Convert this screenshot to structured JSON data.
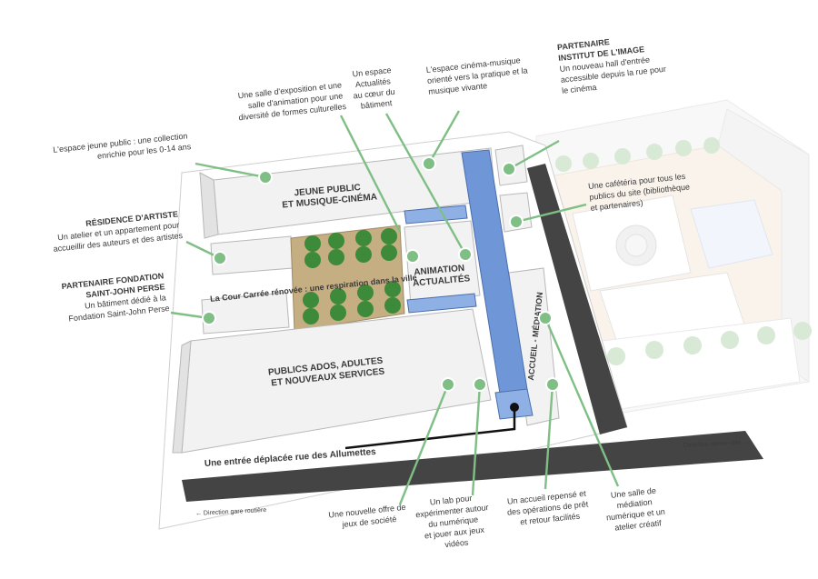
{
  "colors": {
    "accent_green": "#7fbf86",
    "tree_green": "#3c8a3a",
    "courtyard": "#c6ae83",
    "street": "#444444",
    "corridor_blue": "#6f96d6",
    "building_face": "#f2f2f2"
  },
  "buildings": {
    "jeune_public": [
      "JEUNE PUBLIC",
      "ET MUSIQUE-CINÉMA"
    ],
    "animation": [
      "ANIMATION",
      "ACTUALITÉS"
    ],
    "publics": [
      "PUBLICS ADOS, ADULTES",
      "ET NOUVEAUX SERVICES"
    ],
    "accueil": "ACCUEIL - MÉDIATION",
    "courtyard_caption": "La Cour Carrée rénovée : une respiration dans la ville"
  },
  "streets": {
    "entry": "Une entrée déplacée rue des Allumettes",
    "direction_gare": "Direction gare routière",
    "direction_centre": "Direction centre-ville"
  },
  "annotations": {
    "jeune_public": [
      "L'espace jeune public : une collection",
      "enrichie pour les 0-14 ans"
    ],
    "residence_title": "RÉSIDENCE D'ARTISTE",
    "residence": [
      "Un atelier et un appartement pour",
      "accueillir des auteurs et des artistes"
    ],
    "fondation_title": [
      "PARTENAIRE FONDATION",
      "SAINT-JOHN PERSE"
    ],
    "fondation": [
      "Un bâtiment dédié à la",
      "Fondation Saint-John Perse"
    ],
    "exposition": [
      "Une salle d'exposition et une",
      "salle d'animation pour une",
      "diversité de formes culturelles"
    ],
    "actualites": [
      "Un espace",
      "Actualités",
      "au cœur du",
      "bâtiment"
    ],
    "cinema_musique": [
      "L'espace cinéma-musique",
      "orienté vers la pratique et la",
      "musique vivante"
    ],
    "institut_title": [
      "PARTENAIRE",
      "INSTITUT DE L'IMAGE"
    ],
    "institut": [
      "Un nouveau hall d'entrée",
      "accessible depuis la rue pour",
      "le cinéma"
    ],
    "cafeteria": [
      "Une cafétéria pour tous les",
      "publics du site (bibliothèque",
      "et partenaires)"
    ],
    "jeux": [
      "Une nouvelle offre de",
      "jeux de société"
    ],
    "lab": [
      "Un lab pour",
      "expérimenter autour",
      "du numérique",
      "et jouer aux jeux",
      "vidéos"
    ],
    "accueil": [
      "Un accueil repensé et",
      "des opérations de prêt",
      "et retour facilités"
    ],
    "mediation": [
      "Une salle de",
      "médiation",
      "numérique et un",
      "atelier créatif"
    ]
  }
}
